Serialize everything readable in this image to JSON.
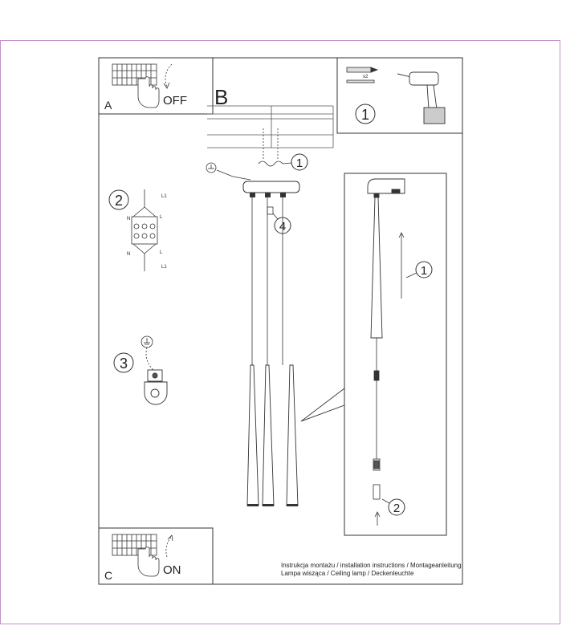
{
  "panels": {
    "a": {
      "letter": "A",
      "state": "OFF"
    },
    "b": {
      "letter": "B"
    },
    "c": {
      "letter": "C",
      "state": "ON"
    }
  },
  "tools": {
    "step": "1",
    "quantity": "x2"
  },
  "wiring": {
    "step": "2",
    "terminal_live": "L1",
    "terminal_neutral": "N",
    "terminal_l": "L"
  },
  "ground": {
    "step": "3"
  },
  "main_callouts": {
    "mount": "1",
    "screw": "4"
  },
  "detail_callouts": {
    "slide": "1",
    "connect": "2"
  },
  "footer": {
    "line1": "Instrukcja montażu / installation instructions / Montageanleitung",
    "line2": "Lampa wisząca / Ceiling lamp / Deckenleuchte"
  }
}
